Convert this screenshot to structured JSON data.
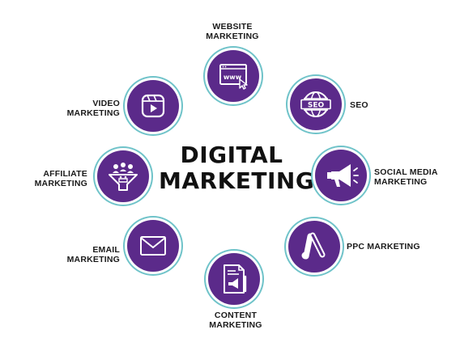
{
  "title": {
    "line1": "DIGITAL",
    "line2": "MARKETING"
  },
  "colors": {
    "circle": "#5b2a8a",
    "ring": "#6fc3c9",
    "icon": "#ffffff"
  },
  "nodes": [
    {
      "id": "website",
      "icon": "browser-www-icon",
      "label": [
        "WEBSITE",
        "MARKETING"
      ]
    },
    {
      "id": "seo",
      "icon": "seo-globe-icon",
      "label": [
        "SEO"
      ]
    },
    {
      "id": "social",
      "icon": "megaphone-icon",
      "label": [
        "SOCIAL MEDIA",
        "MARKETING"
      ]
    },
    {
      "id": "ppc",
      "icon": "ads-logo-icon",
      "label": [
        "PPC MARKETING"
      ]
    },
    {
      "id": "content",
      "icon": "document-megaphone-icon",
      "label": [
        "CONTENT",
        "MARKETING"
      ]
    },
    {
      "id": "email",
      "icon": "envelope-icon",
      "label": [
        "EMAIL",
        "MARKETING"
      ]
    },
    {
      "id": "affiliate",
      "icon": "affiliate-funnel-icon",
      "label": [
        "AFFILIATE",
        "MARKETING"
      ]
    },
    {
      "id": "video",
      "icon": "video-play-icon",
      "label": [
        "VIDEO",
        "MARKETING"
      ]
    }
  ]
}
